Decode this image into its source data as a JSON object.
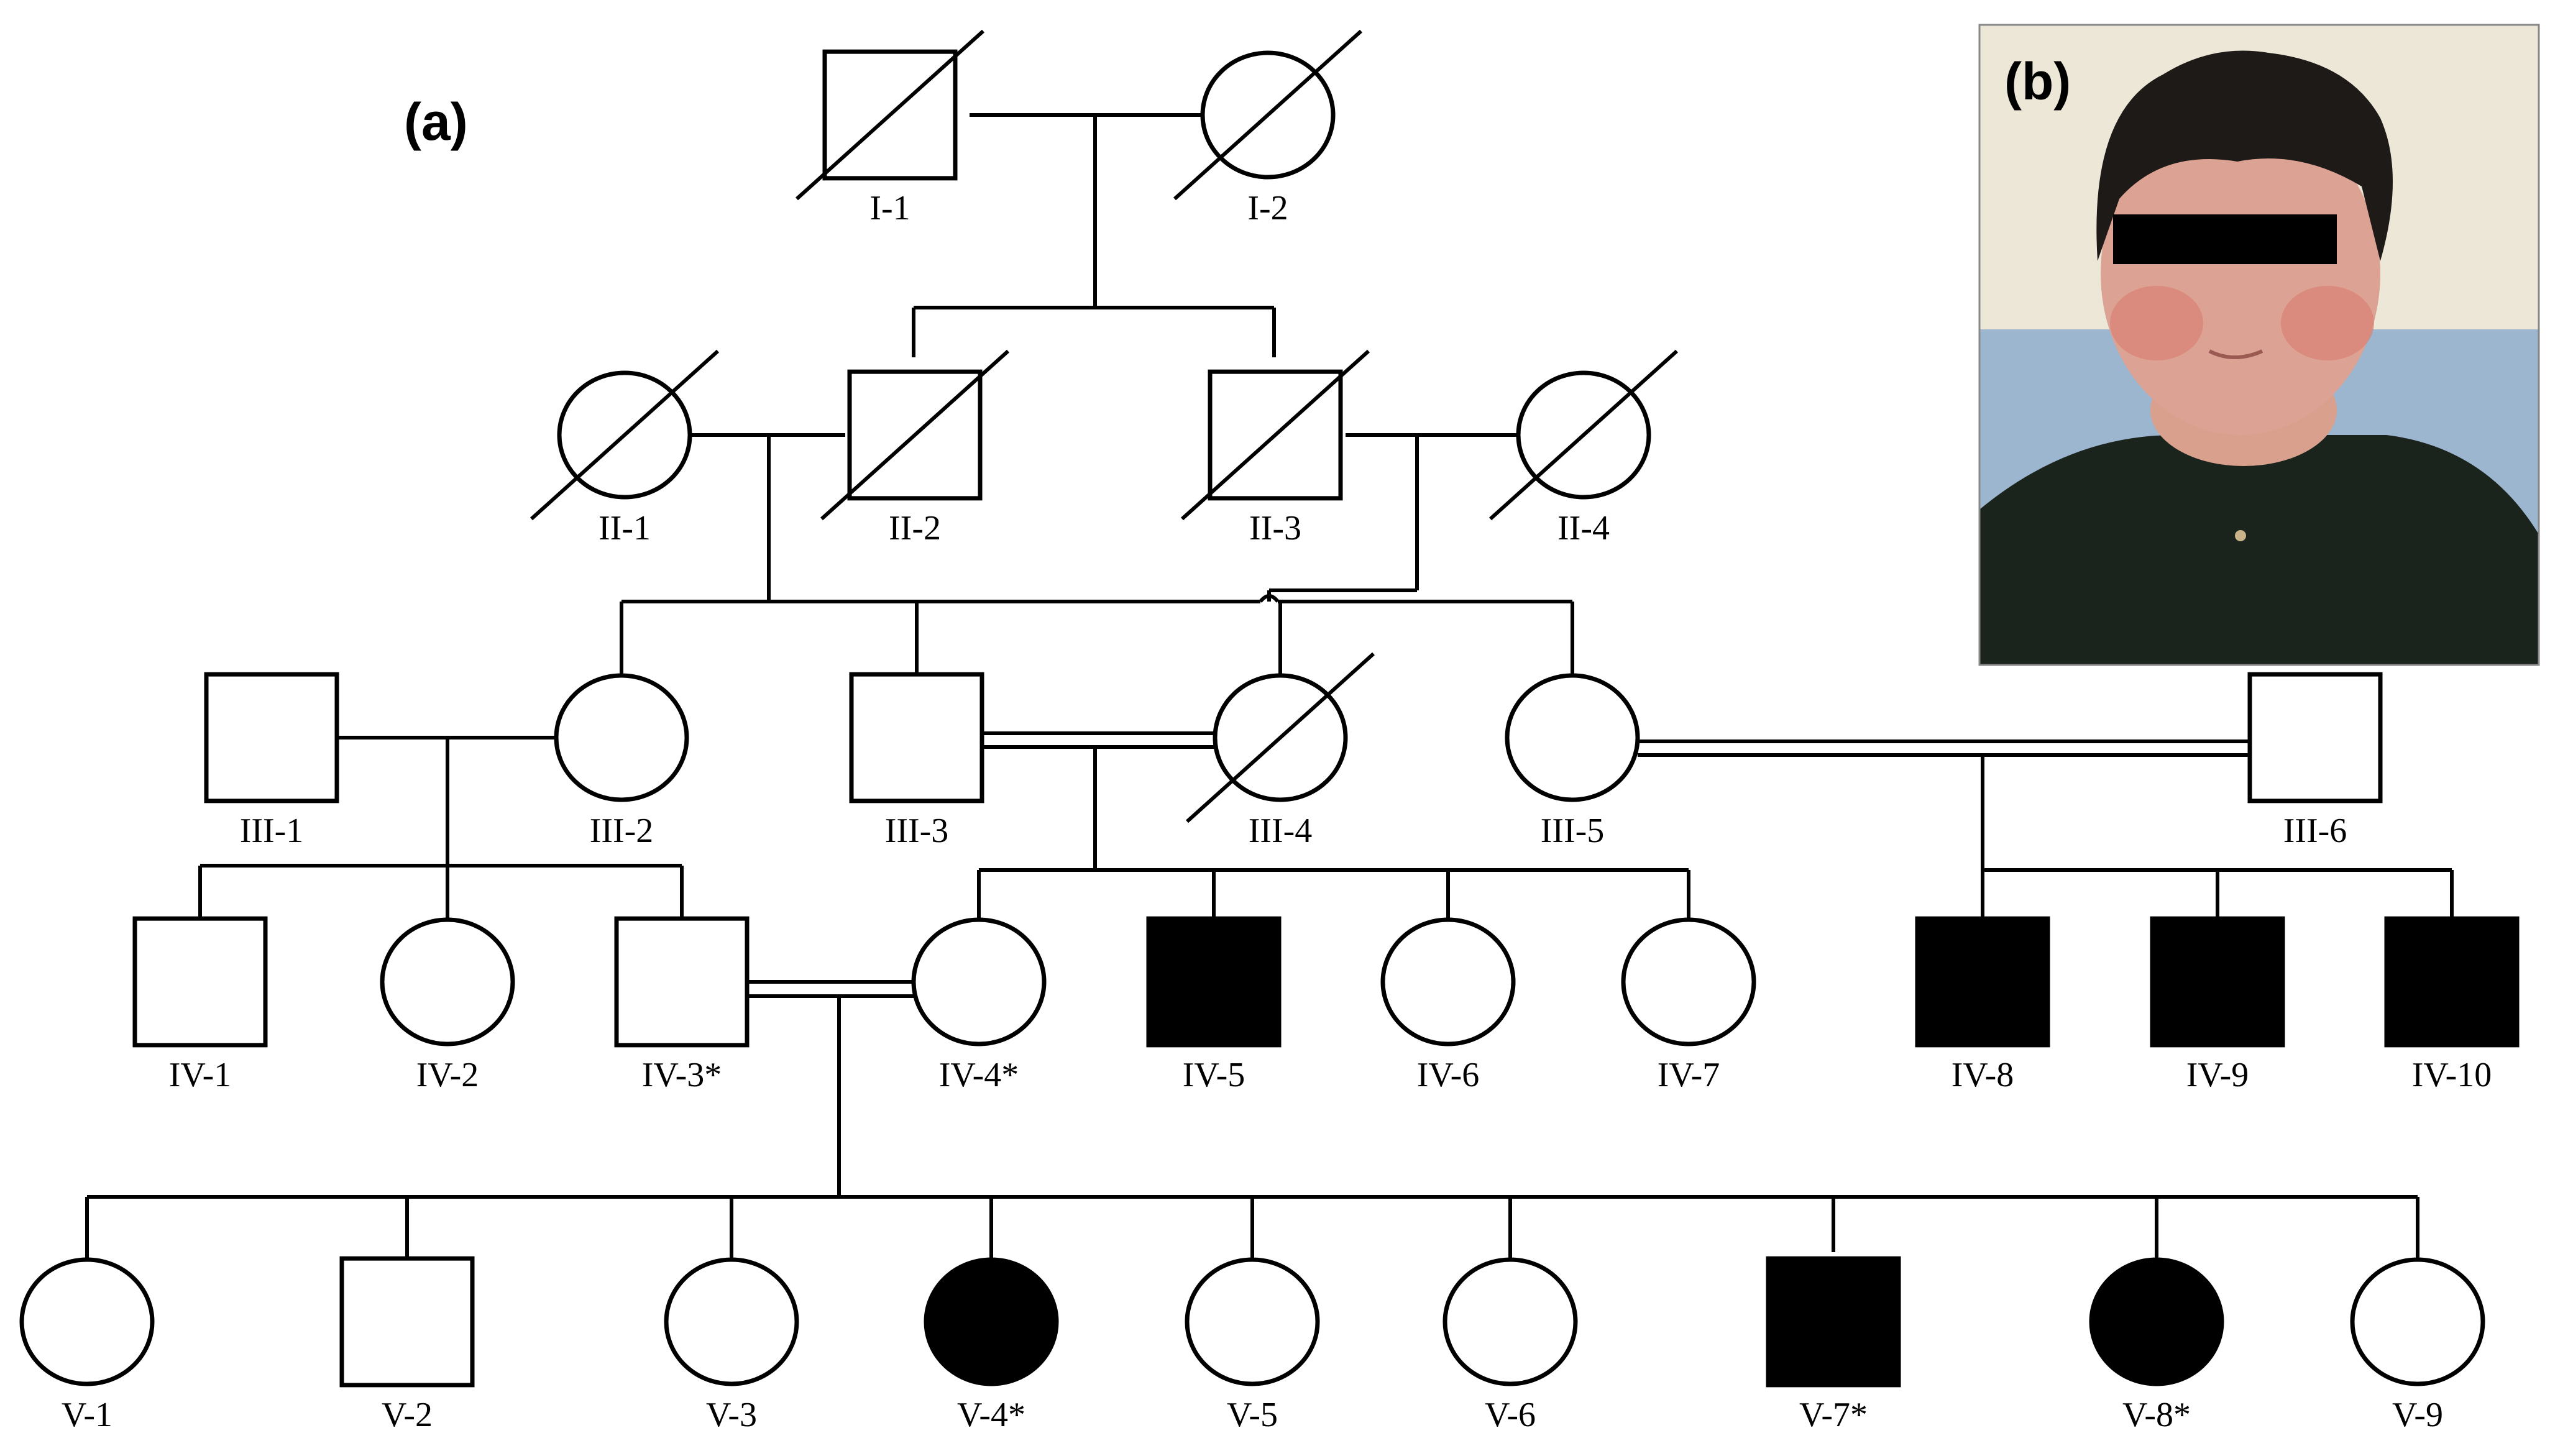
{
  "panels": {
    "a": "(a)",
    "b": "(b)"
  },
  "colors": {
    "affected": "#000000",
    "unaffected": "#ffffff"
  },
  "individuals": {
    "I-1": {
      "label": "I-1",
      "sex": "male",
      "affected": false,
      "deceased": true
    },
    "I-2": {
      "label": "I-2",
      "sex": "female",
      "affected": false,
      "deceased": true
    },
    "II-1": {
      "label": "II-1",
      "sex": "female",
      "affected": false,
      "deceased": true
    },
    "II-2": {
      "label": "II-2",
      "sex": "male",
      "affected": false,
      "deceased": true
    },
    "II-3": {
      "label": "II-3",
      "sex": "male",
      "affected": false,
      "deceased": true
    },
    "II-4": {
      "label": "II-4",
      "sex": "female",
      "affected": false,
      "deceased": true
    },
    "III-1": {
      "label": "III-1",
      "sex": "male",
      "affected": false,
      "deceased": false
    },
    "III-2": {
      "label": "III-2",
      "sex": "female",
      "affected": false,
      "deceased": false
    },
    "III-3": {
      "label": "III-3",
      "sex": "male",
      "affected": false,
      "deceased": false
    },
    "III-4": {
      "label": "III-4",
      "sex": "female",
      "affected": false,
      "deceased": true
    },
    "III-5": {
      "label": "III-5",
      "sex": "female",
      "affected": false,
      "deceased": false
    },
    "III-6": {
      "label": "III-6",
      "sex": "male",
      "affected": false,
      "deceased": false
    },
    "IV-1": {
      "label": "IV-1",
      "sex": "male",
      "affected": false,
      "deceased": false
    },
    "IV-2": {
      "label": "IV-2",
      "sex": "female",
      "affected": false,
      "deceased": false
    },
    "IV-3": {
      "label": "IV-3*",
      "sex": "male",
      "affected": false,
      "deceased": false
    },
    "IV-4": {
      "label": "IV-4*",
      "sex": "female",
      "affected": false,
      "deceased": false
    },
    "IV-5": {
      "label": "IV-5",
      "sex": "male",
      "affected": true,
      "deceased": false
    },
    "IV-6": {
      "label": "IV-6",
      "sex": "female",
      "affected": false,
      "deceased": false
    },
    "IV-7": {
      "label": "IV-7",
      "sex": "female",
      "affected": false,
      "deceased": false
    },
    "IV-8": {
      "label": "IV-8",
      "sex": "male",
      "affected": true,
      "deceased": false
    },
    "IV-9": {
      "label": "IV-9",
      "sex": "male",
      "affected": true,
      "deceased": false
    },
    "IV-10": {
      "label": "IV-10",
      "sex": "male",
      "affected": true,
      "deceased": false
    },
    "V-1": {
      "label": "V-1",
      "sex": "female",
      "affected": false,
      "deceased": false
    },
    "V-2": {
      "label": "V-2",
      "sex": "male",
      "affected": false,
      "deceased": false
    },
    "V-3": {
      "label": "V-3",
      "sex": "female",
      "affected": false,
      "deceased": false
    },
    "V-4": {
      "label": "V-4*",
      "sex": "female",
      "affected": true,
      "deceased": false
    },
    "V-5": {
      "label": "V-5",
      "sex": "female",
      "affected": false,
      "deceased": false
    },
    "V-6": {
      "label": "V-6",
      "sex": "female",
      "affected": false,
      "deceased": false
    },
    "V-7": {
      "label": "V-7*",
      "sex": "male",
      "affected": true,
      "deceased": false
    },
    "V-8": {
      "label": "V-8*",
      "sex": "female",
      "affected": true,
      "deceased": false
    },
    "V-9": {
      "label": "V-9",
      "sex": "female",
      "affected": false,
      "deceased": false
    }
  },
  "couples": [
    {
      "partners": [
        "I-1",
        "I-2"
      ],
      "consanguineous": false
    },
    {
      "partners": [
        "II-1",
        "II-2"
      ],
      "consanguineous": false
    },
    {
      "partners": [
        "II-3",
        "II-4"
      ],
      "consanguineous": false
    },
    {
      "partners": [
        "III-1",
        "III-2"
      ],
      "consanguineous": false
    },
    {
      "partners": [
        "III-3",
        "III-4"
      ],
      "consanguineous": true
    },
    {
      "partners": [
        "III-5",
        "III-6"
      ],
      "consanguineous": true
    },
    {
      "partners": [
        "IV-3",
        "IV-4"
      ],
      "consanguineous": true
    }
  ]
}
